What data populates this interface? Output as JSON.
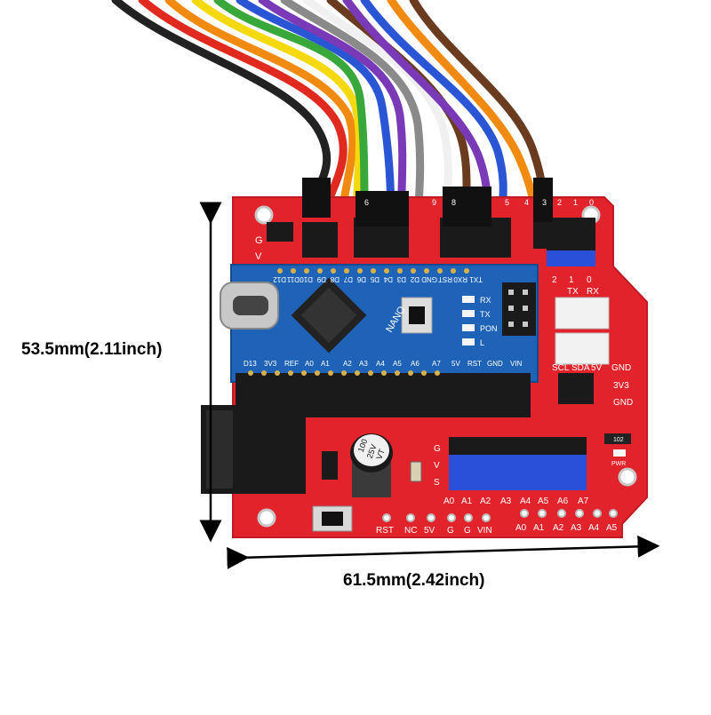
{
  "dimensions": {
    "height": "53.5mm(2.11inch)",
    "width": "61.5mm(2.42inch)"
  },
  "nano": {
    "name": "NANO",
    "top_pins": [
      "D12",
      "D11",
      "D10",
      "D9",
      "D8",
      "D7",
      "D6",
      "D5",
      "D4",
      "D3",
      "D2",
      "GND",
      "RST",
      "RX0",
      "TX1"
    ],
    "bottom_pins": [
      "D13",
      "3V3",
      "REF",
      "A0",
      "A1",
      "A2",
      "A3",
      "A4",
      "A5",
      "A6",
      "A7",
      "5V",
      "RST",
      "GND",
      "VIN"
    ],
    "leds": [
      "RX",
      "TX",
      "PON",
      "L"
    ]
  },
  "shield": {
    "top_digits": [
      "6",
      "9",
      "8",
      "5",
      "4",
      "3",
      "2",
      "1",
      "0"
    ],
    "gvs": [
      "G",
      "V",
      "S"
    ],
    "right_header_labels": [
      "2",
      "1",
      "0"
    ],
    "uart": [
      "TX",
      "RX"
    ],
    "i2c": [
      "SCL",
      "SDA",
      "5V",
      "GND"
    ],
    "power_labels": [
      "3V3",
      "GND"
    ],
    "analog_header": [
      "A0",
      "A1",
      "A2",
      "A3",
      "A4",
      "A5",
      "A6",
      "A7"
    ],
    "bottom_left_pins": [
      "RST",
      "NC",
      "5V",
      "G",
      "G",
      "VIN"
    ],
    "bottom_right_pins": [
      "A0",
      "A1",
      "A2",
      "A3",
      "A4",
      "A5"
    ],
    "pwr_led": "PWR",
    "resistor": "102",
    "capacitor": [
      "100",
      "25V",
      "VT"
    ]
  },
  "colors": {
    "pcb": "#e3232b",
    "pcb_edge": "#c01a22",
    "nano": "#1e63b8",
    "header_black": "#1a1a1a",
    "header_blue": "#2a4fd8",
    "header_white": "#f2f2f2"
  }
}
